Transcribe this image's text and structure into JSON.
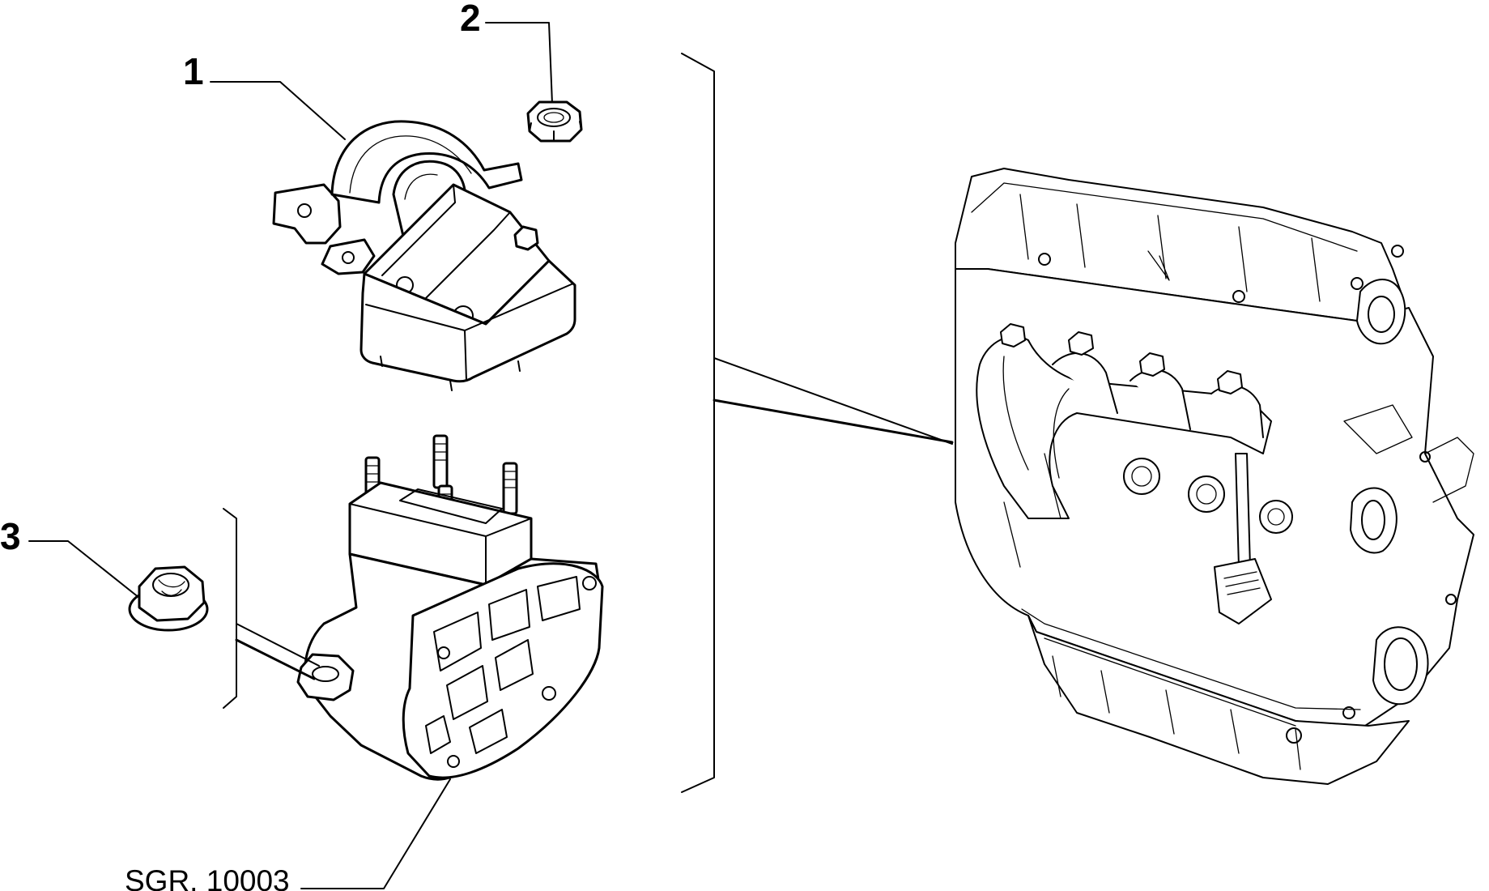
{
  "diagram": {
    "callouts": [
      {
        "id": "1",
        "label": "1"
      },
      {
        "id": "2",
        "label": "2"
      },
      {
        "id": "3",
        "label": "3"
      }
    ],
    "reference_code": "SGR. 10003",
    "colors": {
      "ink": "#000000",
      "background": "#ffffff"
    }
  }
}
